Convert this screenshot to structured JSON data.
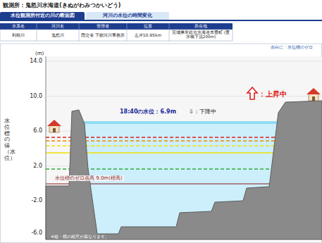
{
  "diagram": {
    "title": "観測所：鬼怒川水海道(きぬがわみつかいどう)",
    "nodes": [
      {
        "text": [
          "水位観測所付近の川の断面図"
        ]
      },
      {
        "text": [
          "河川の水位の時間変化"
        ]
      }
    ],
    "labels": [
      "水系名",
      "河川名",
      "管理者",
      "位置",
      "所在地",
      "利根川",
      "鬼怒川",
      "国交省 下館河川事務所",
      "左岸10.95km",
      "茨城県常総市水海道本豊町 (豊水橋下流200m)",
      "余白に「水位標のゼロ",
      "(m)",
      "14.0",
      "10.0",
      "6.0",
      "2.0",
      "-2.0",
      "-6.0",
      "水位標の値（水位）",
      "18:40の水位：6.9m",
      "⇩：下降中",
      "：上昇中",
      "水位標のゼロ点高 9.0m(標高)",
      "※縦・横の縮尺が異なります。"
    ]
  }
}
